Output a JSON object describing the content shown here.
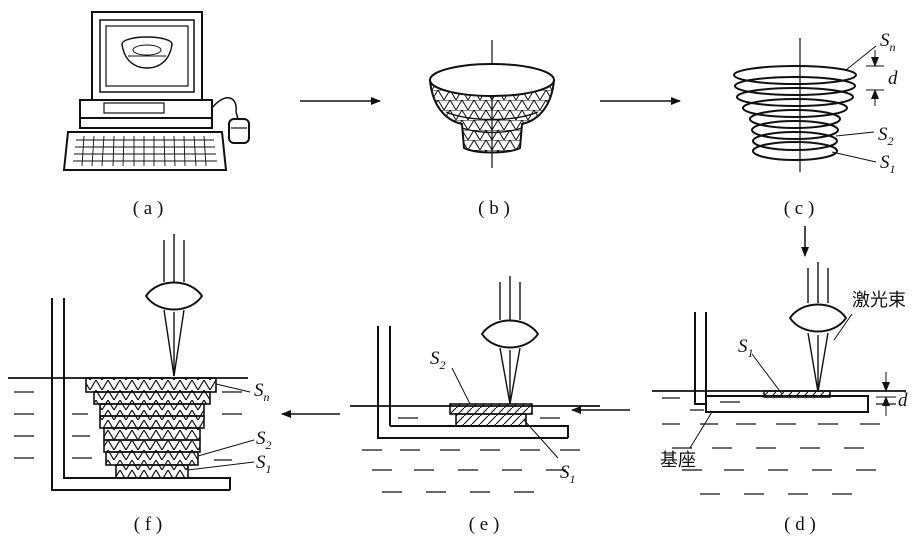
{
  "captions": {
    "a": "( a )",
    "b": "( b )",
    "c": "( c )",
    "d": "( d )",
    "e": "( e )",
    "f": "( f )"
  },
  "labels": {
    "S": "S",
    "n": "n",
    "one": "1",
    "two": "2",
    "d": "d",
    "laser_beam": "激光束",
    "base": "基座"
  },
  "colors": {
    "ink": "#111111",
    "background": "#ffffff"
  },
  "icons": [
    "computer-icon",
    "mouse-icon",
    "keyboard-icon",
    "bowl-icon",
    "lens-icon",
    "arrow-icon"
  ]
}
